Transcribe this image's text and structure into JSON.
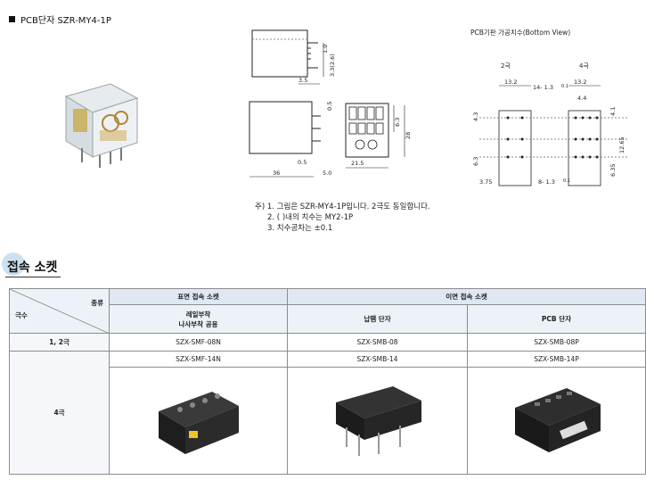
{
  "product_title": "PCB단자 SZR-MY4-1P",
  "pcb_view_title": "PCB기판 가공치수(Bottom View)",
  "drawing": {
    "side_dims": [
      "1.0",
      "3.3(2.6)",
      "3.5"
    ],
    "front_dims": [
      "0.5",
      "6.3",
      "28",
      "21.5",
      "36",
      "0.5",
      "5.0"
    ],
    "pcb_labels": [
      "2극",
      "4극"
    ],
    "pcb_dims": [
      "13.2",
      "14- 1.3",
      "0.1",
      "13.2",
      "4.4",
      "4.3",
      "4.1",
      "12.65",
      "6.3",
      "6.35",
      "3.75",
      "8- 1.3",
      "0.1"
    ]
  },
  "notes": [
    "주) 1. 그림은 SZR-MY4-1P입니다. 2극도 동일합니다.",
    "2. ( )내의 치수는 MY2-1P",
    "3. 치수공차는 ±0.1"
  ],
  "section_title": "접속 소켓",
  "table": {
    "corner_top": "종류",
    "corner_bottom": "극수",
    "group_front": "표면 접속 소켓",
    "group_back": "이면 접속 소켓",
    "sub_front": [
      "레일부착",
      "나사부착 공용"
    ],
    "sub_back": [
      "납땜 단자",
      "PCB 단자"
    ],
    "rows": [
      {
        "poles": "1, 2극",
        "cells": [
          "SZX-SMF-08N",
          "SZX-SMB-08",
          "SZX-SMB-08P"
        ]
      },
      {
        "poles": "4극",
        "cells": [
          "SZX-SMF-14N",
          "SZX-SMB-14",
          "SZX-SMB-14P"
        ]
      }
    ]
  }
}
